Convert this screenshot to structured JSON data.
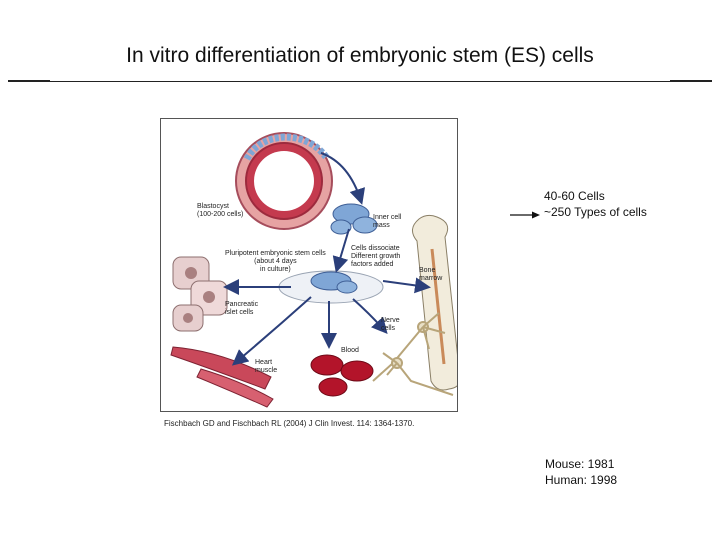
{
  "slide": {
    "title": "In vitro differentiation of embryonic stem (ES) cells"
  },
  "figure": {
    "blastocyst_label": "Blastocyst",
    "blastocyst_count": "(100-200 cells)",
    "inner_cell_mass_line1": "Inner cell",
    "inner_cell_mass_line2": "mass",
    "pluripotent_line1": "Pluripotent embryonic stem cells",
    "pluripotent_line2": "(about 4 days",
    "pluripotent_line3": "in culture)",
    "dissociate_line1": "Cells dissociate",
    "dissociate_line2": "Different growth",
    "dissociate_line3": "factors added",
    "bone_marrow_line1": "Bone",
    "bone_marrow_line2": "marrow",
    "pancreatic_line1": "Pancreatic",
    "pancreatic_line2": "islet cells",
    "nerve_line1": "Nerve",
    "nerve_line2": "cells",
    "blood_label": "Blood",
    "heart_line1": "Heart",
    "heart_line2": "muscle",
    "citation": "Fischbach GD and Fischbach RL (2004) J Clin Invest. 114: 1364-1370."
  },
  "notes": {
    "cells_line1": "40-60 Cells",
    "cells_line2": "~250 Types of cells",
    "mouse": "Mouse: 1981",
    "human": "Human: 1998"
  },
  "colors": {
    "arrow_blue": "#2b3f7a",
    "cell_blue": "#7fa6d6",
    "blastocyst_pink": "#d98a8a",
    "blood_red": "#b3142a"
  }
}
